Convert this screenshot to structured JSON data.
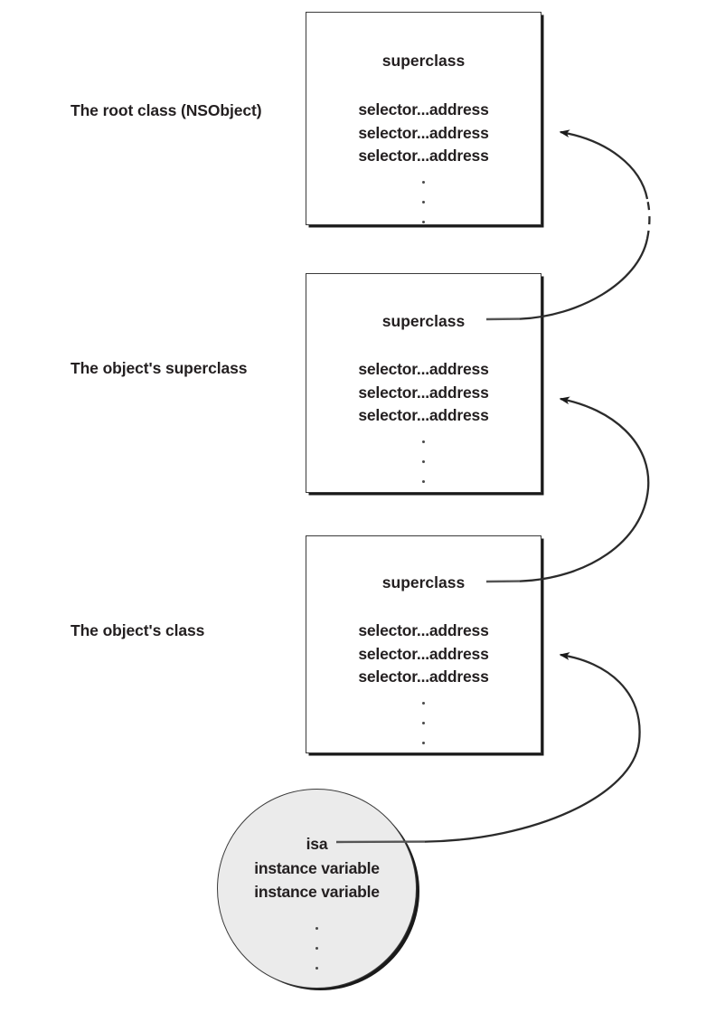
{
  "diagram": {
    "title": "Objective-C messaging / class hierarchy diagram",
    "colors": {
      "background": "#ffffff",
      "box_fill": "#ffffff",
      "box_stroke": "#3a3a3a",
      "shadow": "#1a1a1a",
      "circle_fill": "#ebebeb",
      "text": "#231f20",
      "arrow": "#231f20"
    },
    "labels": [
      {
        "id": "root-class",
        "text": "The root class (NSObject)"
      },
      {
        "id": "object-superclass",
        "text": "The object's superclass"
      },
      {
        "id": "object-class",
        "text": "The object's class"
      }
    ],
    "boxes": [
      {
        "id": "root-class-box",
        "title": "superclass",
        "entries": [
          "selector...address",
          "selector...address",
          "selector...address"
        ],
        "ellipsis_dots": 3
      },
      {
        "id": "superclass-box",
        "title": "superclass",
        "entries": [
          "selector...address",
          "selector...address",
          "selector...address"
        ],
        "ellipsis_dots": 3
      },
      {
        "id": "class-box",
        "title": "superclass",
        "entries": [
          "selector...address",
          "selector...address",
          "selector...address"
        ],
        "ellipsis_dots": 3
      }
    ],
    "instance": {
      "id": "object-instance",
      "isa_label": "isa",
      "variables": [
        "instance variable",
        "instance variable"
      ],
      "ellipsis_dots": 3
    },
    "connectors": [
      {
        "id": "superclass-to-root",
        "from": "superclass-box.superclass",
        "to": "root-class-box",
        "style": "curve-with-dashed-gap",
        "arrowhead": true
      },
      {
        "id": "class-to-superclass",
        "from": "class-box.superclass",
        "to": "superclass-box",
        "style": "curve",
        "arrowhead": true
      },
      {
        "id": "isa-to-class",
        "from": "object-instance.isa",
        "to": "class-box",
        "style": "curve",
        "arrowhead": true
      }
    ]
  }
}
